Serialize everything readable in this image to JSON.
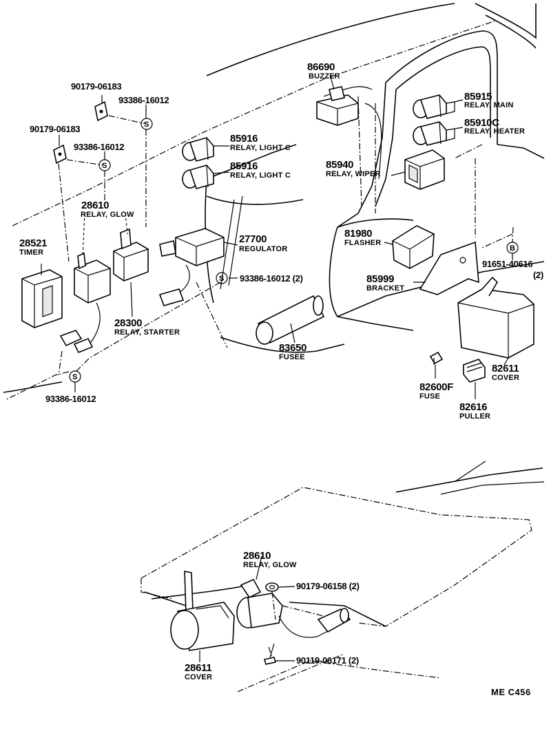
{
  "diagram": {
    "drawing_ref": "ME  C456",
    "screw_symbol": "S",
    "bolt_symbol": "B",
    "labels": {
      "p90179_06183_a": "90179-06183",
      "p93386_16012_a": "93386-16012",
      "p90179_06183_b": "90179-06183",
      "p93386_16012_b": "93386-16012",
      "p86690": "86690",
      "p86690_name": "BUZZER",
      "p85915": "85915",
      "p85915_name": "RELAY, MAIN",
      "p85910c": "85910C",
      "p85910c_name": "RELAY, HEATER",
      "p85916_a": "85916",
      "p85916_a_name": "RELAY, LIGHT C",
      "p85916_b": "85916",
      "p85916_b_name": "RELAY, LIGHT C",
      "p85940": "85940",
      "p85940_name": "RELAY, WIPER",
      "p28610_a": "28610",
      "p28610_a_name": "RELAY, GLOW",
      "p28521": "28521",
      "p28521_name": "TIMER",
      "p27700": "27700",
      "p27700_name": "REGULATOR",
      "p81980": "81980",
      "p81980_name": "FLASHER",
      "p91651": "91651-40616",
      "p91651_qty": "(2)",
      "p85999": "85999",
      "p85999_name": "BRACKET",
      "p93386_16012_c": "93386-16012 (2)",
      "p28300": "28300",
      "p28300_name": "RELAY, STARTER",
      "p83650": "83650",
      "p83650_name": "FUSEE",
      "p82611_a": "82611",
      "p82611_a_name": "COVER",
      "p82600f": "82600F",
      "p82600f_name": "FUSE",
      "p82616": "82616",
      "p82616_name": "PULLER",
      "p93386_16012_d": "93386-16012",
      "p28610_b": "28610",
      "p28610_b_name": "RELAY, GLOW",
      "p90179_06158": "90179-06158 (2)",
      "p28611": "28611",
      "p28611_name": "COVER",
      "p90119_06171": "90119-06171 (2)"
    }
  }
}
